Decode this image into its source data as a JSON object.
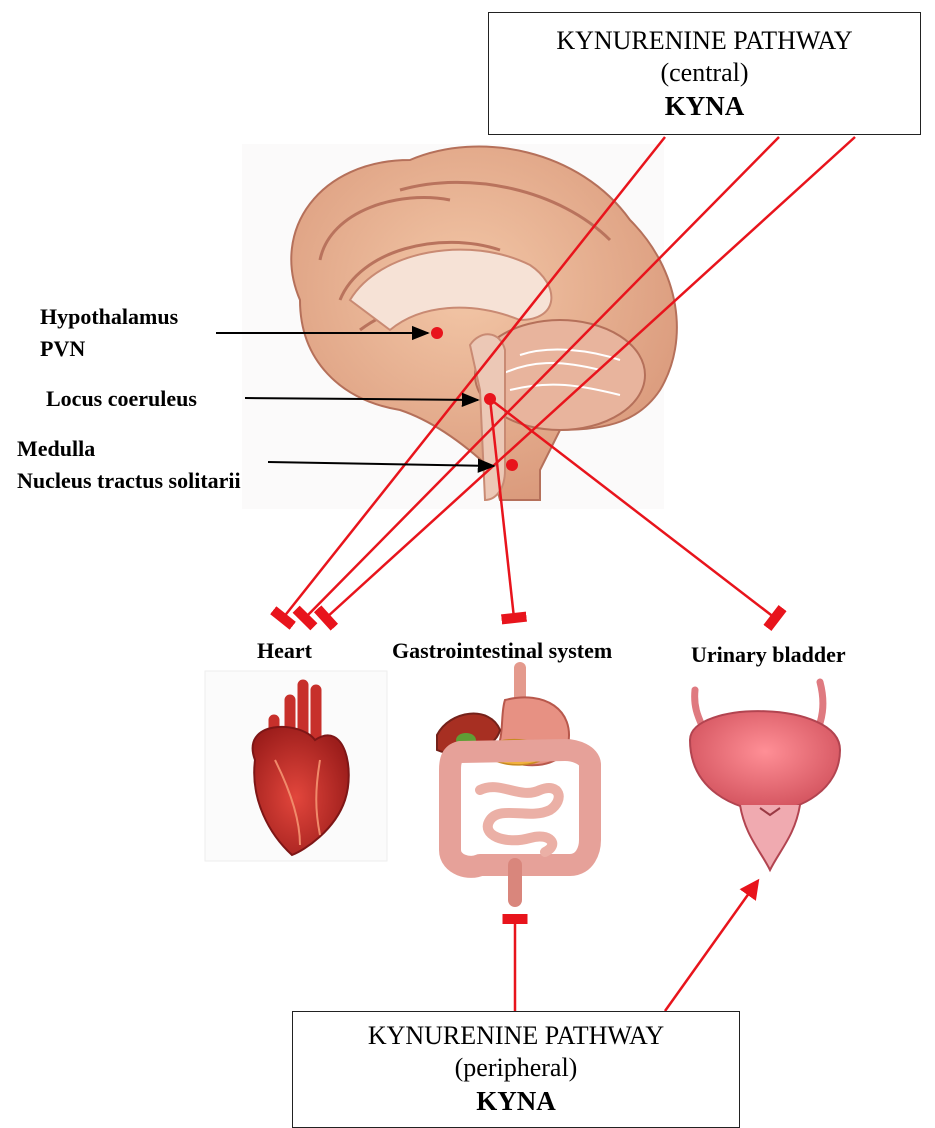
{
  "central_box": {
    "title": "KYNURENINE PATHWAY",
    "subtitle": "(central)",
    "metabolite": "KYNA"
  },
  "peripheral_box": {
    "title": "KYNURENINE PATHWAY",
    "subtitle": "(peripheral)",
    "metabolite": "KYNA"
  },
  "brain_regions": {
    "hypothalamus": "Hypothalamus",
    "pvn": "PVN",
    "locus_coeruleus": "Locus coeruleus",
    "medulla": "Medulla",
    "nts": "Nucleus tractus solitarii"
  },
  "organs": {
    "heart": "Heart",
    "gi": "Gastrointestinal system",
    "bladder": "Urinary bladder"
  },
  "colors": {
    "pathway_arrow": "#e8141c",
    "pointer_arrow": "#000000"
  },
  "icons": [
    "brain-illustration",
    "heart-illustration",
    "gastrointestinal-illustration",
    "urinary-bladder-illustration"
  ]
}
